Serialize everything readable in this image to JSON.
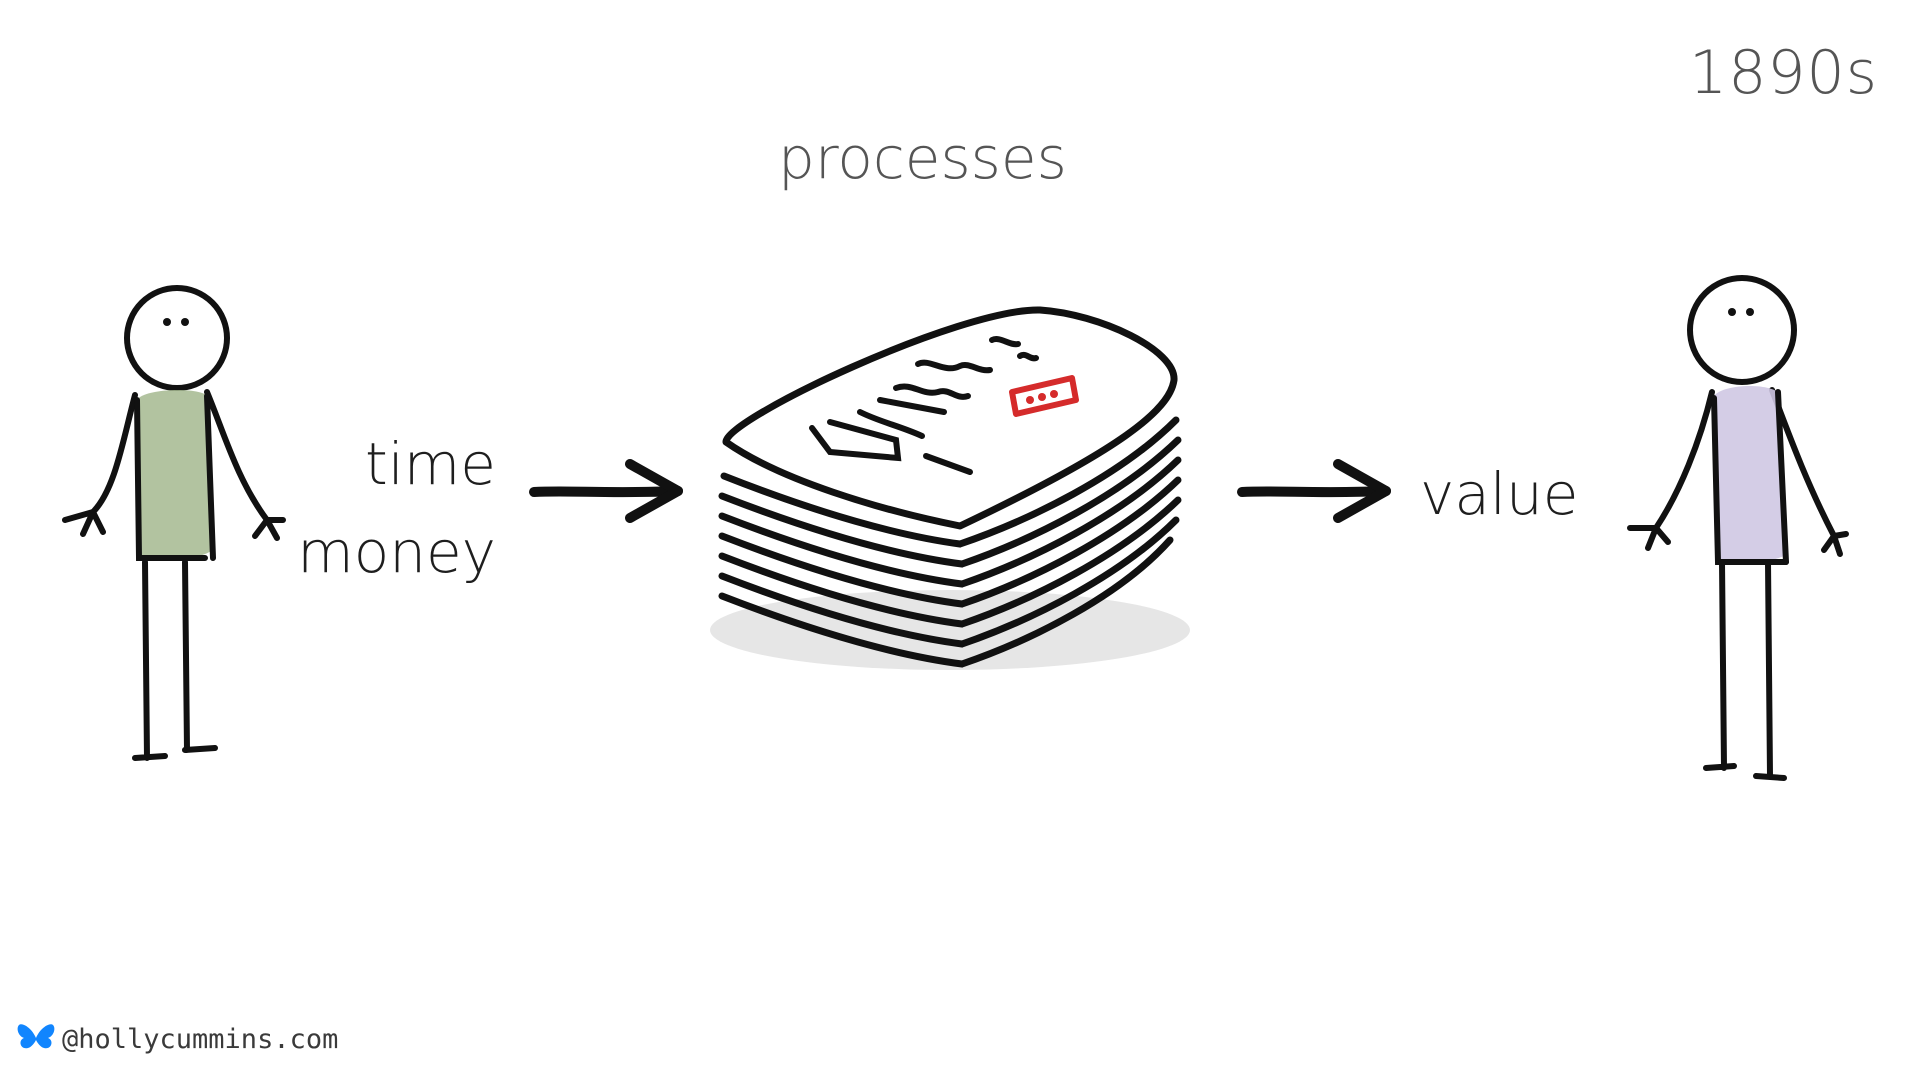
{
  "slide": {
    "era": "1890s",
    "title": "processes",
    "inputs": [
      "time",
      "money"
    ],
    "output": "value",
    "handle": "@hollycummins.com",
    "icons": [
      "butterfly-icon"
    ],
    "colors": {
      "text": "#1e1e1e",
      "muted_text": "#555555",
      "left_person_shirt": "#a5b98f",
      "right_person_shirt": "#cfc8e3",
      "stamp_red": "#d52b2b",
      "logo_blue": "#1185fe"
    }
  }
}
